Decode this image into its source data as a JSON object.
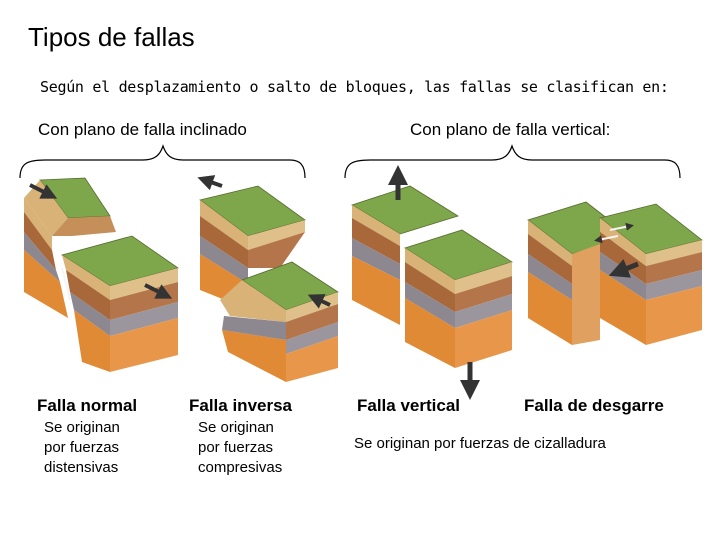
{
  "title": "Tipos de fallas",
  "subtitle": "Según el desplazamiento o salto de bloques, las fallas se clasifican en:",
  "groups": {
    "inclined": "Con plano de falla inclinado",
    "vertical": "Con plano de falla vertical:"
  },
  "faults": [
    {
      "name": "Falla normal",
      "description": "Se originan\npor fuerzas\ndistensivas"
    },
    {
      "name": "Falla inversa",
      "description": "Se originan\npor fuerzas\ncompresivas"
    },
    {
      "name": "Falla vertical",
      "description": ""
    },
    {
      "name": "Falla de desgarre",
      "description": ""
    }
  ],
  "shared_description": "Se originan por fuerzas de cizalladura",
  "colors": {
    "grass_top": "#7ea64a",
    "soil_light": "#d9b277",
    "soil_brown": "#a9683a",
    "rock_gray": "#8d8790",
    "rock_orange": "#e08a35",
    "arrow": "#333333"
  }
}
